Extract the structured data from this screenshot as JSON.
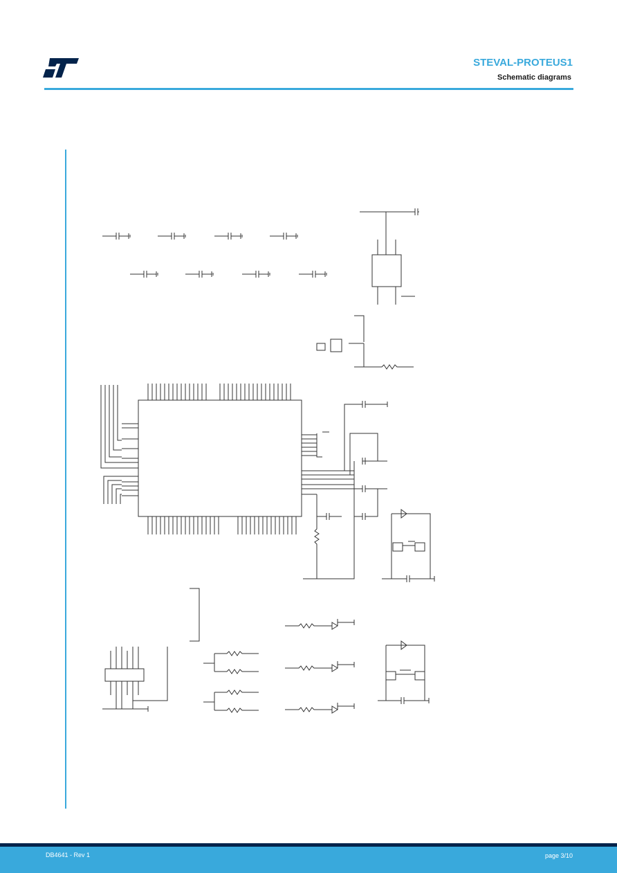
{
  "header": {
    "title": "STEVAL-PROTEUS1",
    "subtitle": "Schematic diagrams",
    "logo_icon": "st-logo-icon"
  },
  "footer": {
    "doc_id": "DB4641 - Rev 1",
    "page": "page 3/10"
  },
  "colors": {
    "accent": "#39a9dc",
    "footer_dark": "#03234b",
    "text": "#1a1a1a"
  }
}
